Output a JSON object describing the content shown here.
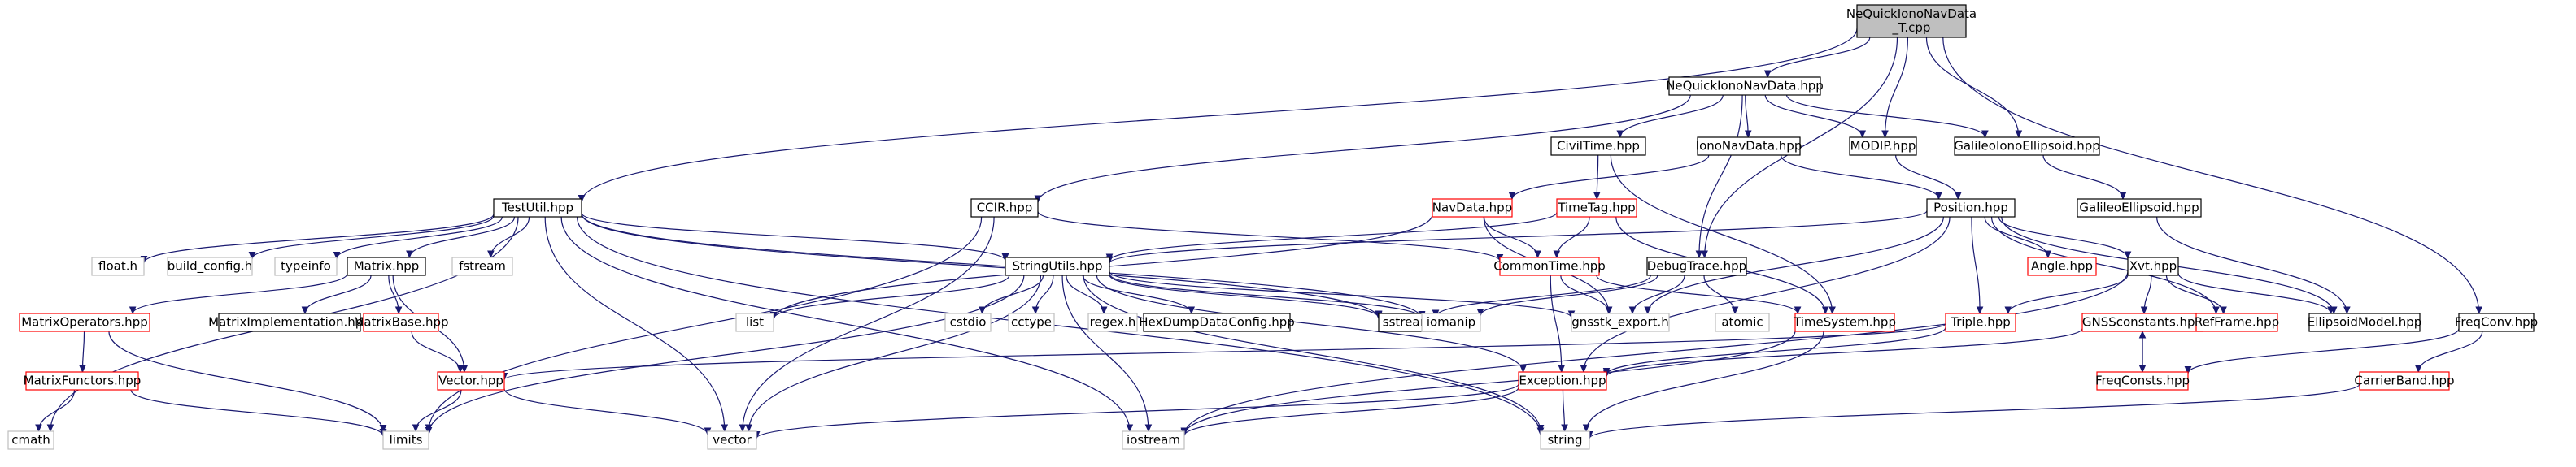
{
  "colors": {
    "edge": "#191970",
    "black_border": "#000000",
    "red_border": "#ff0000",
    "gray_border": "#bfbfbf",
    "root_fill": "#bfbfbf",
    "node_fill": "#ffffff"
  },
  "nodes": [
    {
      "id": "root",
      "lines": [
        "NeQuickIonoNavData",
        "_T.cpp"
      ],
      "style": "root"
    },
    {
      "id": "nequick",
      "lines": [
        "NeQuickIonoNavData.hpp"
      ],
      "style": "black"
    },
    {
      "id": "testutil",
      "lines": [
        "TestUtil.hpp"
      ],
      "style": "black"
    },
    {
      "id": "ccir",
      "lines": [
        "CCIR.hpp"
      ],
      "style": "black"
    },
    {
      "id": "civiltime",
      "lines": [
        "CivilTime.hpp"
      ],
      "style": "black"
    },
    {
      "id": "iononav",
      "lines": [
        "IonoNavData.hpp"
      ],
      "style": "black"
    },
    {
      "id": "modip",
      "lines": [
        "MODIP.hpp"
      ],
      "style": "black"
    },
    {
      "id": "galiono",
      "lines": [
        "GalileoIonoEllipsoid.hpp"
      ],
      "style": "black"
    },
    {
      "id": "freqconv",
      "lines": [
        "FreqConv.hpp"
      ],
      "style": "black"
    },
    {
      "id": "navdata",
      "lines": [
        "NavData.hpp"
      ],
      "style": "red"
    },
    {
      "id": "timetag",
      "lines": [
        "TimeTag.hpp"
      ],
      "style": "red"
    },
    {
      "id": "position",
      "lines": [
        "Position.hpp"
      ],
      "style": "black"
    },
    {
      "id": "galell",
      "lines": [
        "GalileoEllipsoid.hpp"
      ],
      "style": "black"
    },
    {
      "id": "floath",
      "lines": [
        "float.h"
      ],
      "style": "gray"
    },
    {
      "id": "buildcfg",
      "lines": [
        "build_config.h"
      ],
      "style": "gray"
    },
    {
      "id": "typeinfo",
      "lines": [
        "typeinfo"
      ],
      "style": "gray"
    },
    {
      "id": "matrix",
      "lines": [
        "Matrix.hpp"
      ],
      "style": "black"
    },
    {
      "id": "fstream",
      "lines": [
        "fstream"
      ],
      "style": "gray"
    },
    {
      "id": "stringutils",
      "lines": [
        "StringUtils.hpp"
      ],
      "style": "black"
    },
    {
      "id": "commontime",
      "lines": [
        "CommonTime.hpp"
      ],
      "style": "red"
    },
    {
      "id": "debugtrace",
      "lines": [
        "DebugTrace.hpp"
      ],
      "style": "black"
    },
    {
      "id": "angle",
      "lines": [
        "Angle.hpp"
      ],
      "style": "red"
    },
    {
      "id": "xvt",
      "lines": [
        "Xvt.hpp"
      ],
      "style": "black"
    },
    {
      "id": "matops",
      "lines": [
        "MatrixOperators.hpp"
      ],
      "style": "red"
    },
    {
      "id": "matimpl",
      "lines": [
        "MatrixImplementation.hpp"
      ],
      "style": "black"
    },
    {
      "id": "matbase",
      "lines": [
        "MatrixBase.hpp"
      ],
      "style": "red"
    },
    {
      "id": "list",
      "lines": [
        "list"
      ],
      "style": "gray"
    },
    {
      "id": "cstdio",
      "lines": [
        "cstdio"
      ],
      "style": "gray"
    },
    {
      "id": "cctype",
      "lines": [
        "cctype"
      ],
      "style": "gray"
    },
    {
      "id": "regexh",
      "lines": [
        "regex.h"
      ],
      "style": "gray"
    },
    {
      "id": "hexdump",
      "lines": [
        "HexDumpDataConfig.hpp"
      ],
      "style": "black"
    },
    {
      "id": "sstream",
      "lines": [
        "sstream"
      ],
      "style": "black"
    },
    {
      "id": "iomanip",
      "lines": [
        "iomanip"
      ],
      "style": "gray"
    },
    {
      "id": "gnsstk",
      "lines": [
        "gnsstk_export.h"
      ],
      "style": "gray"
    },
    {
      "id": "atomic",
      "lines": [
        "atomic"
      ],
      "style": "gray"
    },
    {
      "id": "timesystem",
      "lines": [
        "TimeSystem.hpp"
      ],
      "style": "red"
    },
    {
      "id": "triple",
      "lines": [
        "Triple.hpp"
      ],
      "style": "red"
    },
    {
      "id": "gnssconst",
      "lines": [
        "GNSSconstants.hpp"
      ],
      "style": "red"
    },
    {
      "id": "refframe",
      "lines": [
        "RefFrame.hpp"
      ],
      "style": "red"
    },
    {
      "id": "ellmodel",
      "lines": [
        "EllipsoidModel.hpp"
      ],
      "style": "black"
    },
    {
      "id": "matfunc",
      "lines": [
        "MatrixFunctors.hpp"
      ],
      "style": "red"
    },
    {
      "id": "vector_hpp",
      "lines": [
        "Vector.hpp"
      ],
      "style": "red"
    },
    {
      "id": "exception",
      "lines": [
        "Exception.hpp"
      ],
      "style": "red"
    },
    {
      "id": "freqconsts",
      "lines": [
        "FreqConsts.hpp"
      ],
      "style": "red"
    },
    {
      "id": "carrierband",
      "lines": [
        "CarrierBand.hpp"
      ],
      "style": "red"
    },
    {
      "id": "cmath",
      "lines": [
        "cmath"
      ],
      "style": "gray"
    },
    {
      "id": "limits",
      "lines": [
        "limits"
      ],
      "style": "gray"
    },
    {
      "id": "vector",
      "lines": [
        "vector"
      ],
      "style": "gray"
    },
    {
      "id": "iostream",
      "lines": [
        "iostream"
      ],
      "style": "gray"
    },
    {
      "id": "string",
      "lines": [
        "string"
      ],
      "style": "gray"
    }
  ],
  "edges": [
    [
      "root",
      "nequick"
    ],
    [
      "root",
      "testutil"
    ],
    [
      "root",
      "modip"
    ],
    [
      "root",
      "galiono"
    ],
    [
      "root",
      "debugtrace"
    ],
    [
      "root",
      "freqconv"
    ],
    [
      "nequick",
      "ccir"
    ],
    [
      "nequick",
      "civiltime"
    ],
    [
      "nequick",
      "iononav"
    ],
    [
      "nequick",
      "modip"
    ],
    [
      "nequick",
      "galiono"
    ],
    [
      "nequick",
      "debugtrace"
    ],
    [
      "testutil",
      "floath"
    ],
    [
      "testutil",
      "buildcfg"
    ],
    [
      "testutil",
      "typeinfo"
    ],
    [
      "testutil",
      "matrix"
    ],
    [
      "testutil",
      "fstream"
    ],
    [
      "testutil",
      "stringutils"
    ],
    [
      "testutil",
      "iomanip"
    ],
    [
      "testutil",
      "sstream"
    ],
    [
      "testutil",
      "cmath"
    ],
    [
      "testutil",
      "vector"
    ],
    [
      "testutil",
      "iostream"
    ],
    [
      "testutil",
      "string"
    ],
    [
      "ccir",
      "commontime"
    ],
    [
      "ccir",
      "limits"
    ],
    [
      "ccir",
      "vector"
    ],
    [
      "civiltime",
      "timetag"
    ],
    [
      "civiltime",
      "timesystem"
    ],
    [
      "iononav",
      "navdata"
    ],
    [
      "iononav",
      "position"
    ],
    [
      "modip",
      "position"
    ],
    [
      "galiono",
      "galell"
    ],
    [
      "galell",
      "ellmodel"
    ],
    [
      "freqconv",
      "freqconsts"
    ],
    [
      "freqconv",
      "carrierband"
    ],
    [
      "navdata",
      "commontime"
    ],
    [
      "navdata",
      "list"
    ],
    [
      "navdata",
      "gnsstk"
    ],
    [
      "timetag",
      "stringutils"
    ],
    [
      "timetag",
      "commontime"
    ],
    [
      "timetag",
      "timesystem"
    ],
    [
      "position",
      "stringutils"
    ],
    [
      "position",
      "angle"
    ],
    [
      "position",
      "xvt"
    ],
    [
      "position",
      "triple"
    ],
    [
      "position",
      "refframe"
    ],
    [
      "position",
      "ellmodel"
    ],
    [
      "position",
      "gnsstk"
    ],
    [
      "position",
      "exception"
    ],
    [
      "matrix",
      "matops"
    ],
    [
      "matrix",
      "matimpl"
    ],
    [
      "matrix",
      "matbase"
    ],
    [
      "matrix",
      "vector_hpp"
    ],
    [
      "stringutils",
      "list"
    ],
    [
      "stringutils",
      "cstdio"
    ],
    [
      "stringutils",
      "cctype"
    ],
    [
      "stringutils",
      "regexh"
    ],
    [
      "stringutils",
      "hexdump"
    ],
    [
      "stringutils",
      "sstream"
    ],
    [
      "stringutils",
      "iomanip"
    ],
    [
      "stringutils",
      "gnsstk"
    ],
    [
      "stringutils",
      "exception"
    ],
    [
      "stringutils",
      "limits"
    ],
    [
      "stringutils",
      "vector"
    ],
    [
      "stringutils",
      "iostream"
    ],
    [
      "stringutils",
      "string"
    ],
    [
      "commontime",
      "exception"
    ],
    [
      "commontime",
      "timesystem"
    ],
    [
      "commontime",
      "gnsstk"
    ],
    [
      "debugtrace",
      "sstream"
    ],
    [
      "debugtrace",
      "iomanip"
    ],
    [
      "debugtrace",
      "gnsstk"
    ],
    [
      "debugtrace",
      "atomic"
    ],
    [
      "xvt",
      "triple"
    ],
    [
      "xvt",
      "gnssconst"
    ],
    [
      "xvt",
      "refframe"
    ],
    [
      "xvt",
      "ellmodel"
    ],
    [
      "xvt",
      "iostream"
    ],
    [
      "matops",
      "matfunc"
    ],
    [
      "matops",
      "limits"
    ],
    [
      "matbase",
      "vector_hpp"
    ],
    [
      "matfunc",
      "cmath"
    ],
    [
      "matfunc",
      "limits"
    ],
    [
      "vector_hpp",
      "limits"
    ],
    [
      "vector_hpp",
      "vector"
    ],
    [
      "timesystem",
      "iostream"
    ],
    [
      "timesystem",
      "string"
    ],
    [
      "triple",
      "vector_hpp"
    ],
    [
      "triple",
      "exception"
    ],
    [
      "gnssconst",
      "freqconsts"
    ],
    [
      "gnssconst",
      "exception"
    ],
    [
      "freqconsts",
      "gnssconst"
    ],
    [
      "exception",
      "vector"
    ],
    [
      "exception",
      "iostream"
    ],
    [
      "exception",
      "string"
    ],
    [
      "carrierband",
      "string"
    ]
  ]
}
